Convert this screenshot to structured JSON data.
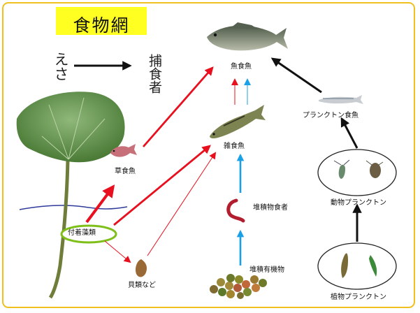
{
  "title": "食物網",
  "legend": {
    "prey": "えさ",
    "predator": "捕食者"
  },
  "nodes": {
    "piscivore": "魚食魚",
    "omnivore": "雑食魚",
    "herbivore": "草食魚",
    "plankton_feeder": "プランクトン食魚",
    "zooplankton": "動物プランクトン",
    "phytoplankton": "植物プランクトン",
    "deposit_feeder": "堆積物食者",
    "sediment_organics": "堆積有機物",
    "attached_algae": "付着藻類",
    "shellfish": "貝類など"
  },
  "colors": {
    "frame": "#f0c020",
    "title_bg": "#ffff22",
    "arrow_black": "#111111",
    "arrow_red": "#e8101e",
    "arrow_blue": "#1aa0e6",
    "algae_ring": "#7fbf1a",
    "water_line": "#2f3a9a"
  }
}
